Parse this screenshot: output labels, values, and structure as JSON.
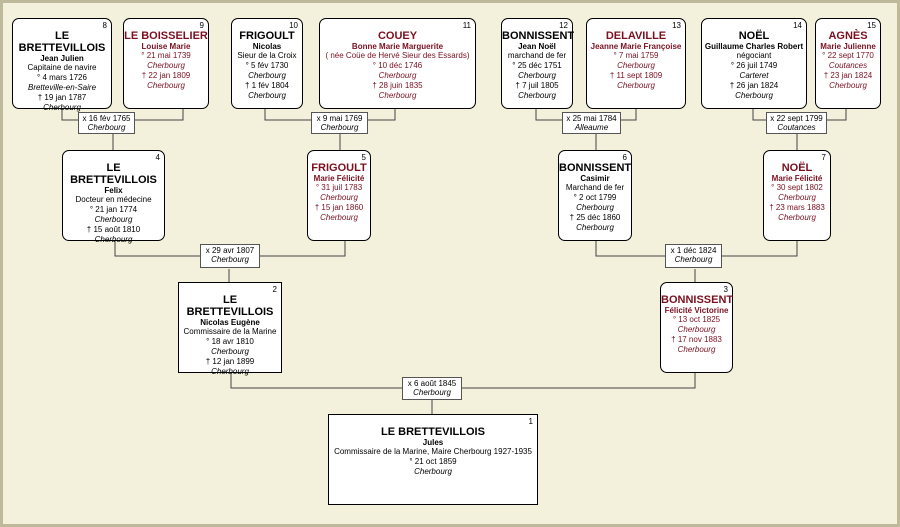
{
  "persons": [
    {
      "num": "1",
      "name": "LE BRETTEVILLOIS",
      "given": "Jules",
      "lines": [
        {
          "t": "Commissaire de la Marine, Maire Cherbourg 1927-1935",
          "i": false
        },
        {
          "t": "° 21 oct 1859",
          "i": false
        },
        {
          "t": "Cherbourg",
          "i": true
        }
      ]
    },
    {
      "num": "2",
      "name": "LE BRETTEVILLOIS",
      "given": "Nicolas Eugène",
      "lines": [
        {
          "t": "Commissaire de la Marine",
          "i": false
        },
        {
          "t": "° 18 avr 1810",
          "i": false
        },
        {
          "t": "Cherbourg",
          "i": true
        },
        {
          "t": "† 12 jan 1899",
          "i": false
        },
        {
          "t": "Cherbourg",
          "i": true
        }
      ]
    },
    {
      "num": "3",
      "name": "BONNISSENT",
      "given": "Félicité Victorine",
      "lines": [
        {
          "t": "° 13 oct 1825",
          "i": false
        },
        {
          "t": "Cherbourg",
          "i": true
        },
        {
          "t": "† 17 nov 1883",
          "i": false
        },
        {
          "t": "Cherbourg",
          "i": true
        }
      ]
    },
    {
      "num": "4",
      "name": "LE BRETTEVILLOIS",
      "given": "Felix",
      "lines": [
        {
          "t": "Docteur en médecine",
          "i": false
        },
        {
          "t": "° 21 jan 1774",
          "i": false
        },
        {
          "t": "Cherbourg",
          "i": true
        },
        {
          "t": "† 15 août 1810",
          "i": false
        },
        {
          "t": "Cherbourg",
          "i": true
        }
      ]
    },
    {
      "num": "5",
      "name": "FRIGOULT",
      "given": "Marie Félicité",
      "lines": [
        {
          "t": "° 31 juil 1783",
          "i": false
        },
        {
          "t": "Cherbourg",
          "i": true
        },
        {
          "t": "† 15 jan 1860",
          "i": false
        },
        {
          "t": "Cherbourg",
          "i": true
        }
      ]
    },
    {
      "num": "6",
      "name": "BONNISSENT",
      "given": "Casimir",
      "lines": [
        {
          "t": "Marchand de fer",
          "i": false
        },
        {
          "t": "° 2 oct 1799",
          "i": false
        },
        {
          "t": "Cherbourg",
          "i": true
        },
        {
          "t": "† 25 déc 1860",
          "i": false
        },
        {
          "t": "Cherbourg",
          "i": true
        }
      ]
    },
    {
      "num": "7",
      "name": "NOËL",
      "given": "Marie Félicité",
      "lines": [
        {
          "t": "° 30 sept 1802",
          "i": false
        },
        {
          "t": "Cherbourg",
          "i": true
        },
        {
          "t": "† 23 mars 1883",
          "i": false
        },
        {
          "t": "Cherbourg",
          "i": true
        }
      ]
    },
    {
      "num": "8",
      "name": "LE BRETTEVILLOIS",
      "given": "Jean Julien",
      "lines": [
        {
          "t": "Capitaine de navire",
          "i": false
        },
        {
          "t": "° 4 mars 1726",
          "i": false
        },
        {
          "t": "Bretteville-en-Saire",
          "i": true
        },
        {
          "t": "† 19 jan 1787",
          "i": false
        },
        {
          "t": "Cherbourg",
          "i": true
        }
      ]
    },
    {
      "num": "9",
      "name": "LE BOISSELIER",
      "given": "Louise Marie",
      "lines": [
        {
          "t": "° 21 mai 1739",
          "i": false
        },
        {
          "t": "Cherbourg",
          "i": true
        },
        {
          "t": "† 22 jan 1809",
          "i": false
        },
        {
          "t": "Cherbourg",
          "i": true
        }
      ]
    },
    {
      "num": "10",
      "name": "FRIGOULT",
      "given": "Nicolas",
      "lines": [
        {
          "t": "Sieur de la Croix",
          "i": false
        },
        {
          "t": "° 5 fév 1730",
          "i": false
        },
        {
          "t": "Cherbourg",
          "i": true
        },
        {
          "t": "† 1 fév 1804",
          "i": false
        },
        {
          "t": "Cherbourg",
          "i": true
        }
      ]
    },
    {
      "num": "11",
      "name": "COUEY",
      "given": "Bonne Marie Marguerite",
      "lines": [
        {
          "t": "( née Coüe de Hervé Sieur des Essards)",
          "i": false
        },
        {
          "t": "° 10 déc 1746",
          "i": false
        },
        {
          "t": "Cherbourg",
          "i": true
        },
        {
          "t": "† 28 juin 1835",
          "i": false
        },
        {
          "t": "Cherbourg",
          "i": true
        }
      ]
    },
    {
      "num": "12",
      "name": "BONNISSENT",
      "given": "Jean Noël",
      "lines": [
        {
          "t": "marchand de fer",
          "i": false
        },
        {
          "t": "° 25 déc 1751",
          "i": false
        },
        {
          "t": "Cherbourg",
          "i": true
        },
        {
          "t": "† 7 juil 1805",
          "i": false
        },
        {
          "t": "Cherbourg",
          "i": true
        }
      ]
    },
    {
      "num": "13",
      "name": "DELAVILLE",
      "given": "Jeanne Marie Françoise",
      "lines": [
        {
          "t": "° 7 mai 1759",
          "i": false
        },
        {
          "t": "Cherbourg",
          "i": true
        },
        {
          "t": "† 11 sept 1809",
          "i": false
        },
        {
          "t": "Cherbourg",
          "i": true
        }
      ]
    },
    {
      "num": "14",
      "name": "NOËL",
      "given": "Guillaume Charles Robert",
      "lines": [
        {
          "t": "négociant",
          "i": false
        },
        {
          "t": "° 26 juil 1749",
          "i": false
        },
        {
          "t": "Carteret",
          "i": true
        },
        {
          "t": "† 26 jan 1824",
          "i": false
        },
        {
          "t": "Cherbourg",
          "i": true
        }
      ]
    },
    {
      "num": "15",
      "name": "AGNÈS",
      "given": "Marie Julienne",
      "lines": [
        {
          "t": "° 22 sept 1770",
          "i": false
        },
        {
          "t": "Coutances",
          "i": true
        },
        {
          "t": "† 23 jan 1824",
          "i": false
        },
        {
          "t": "Cherbourg",
          "i": true
        }
      ]
    }
  ],
  "marriages": [
    {
      "date": "x 6 août 1845",
      "place": "Cherbourg"
    },
    {
      "date": "x 29 avr 1807",
      "place": "Cherbourg"
    },
    {
      "date": "x 1 déc 1824",
      "place": "Cherbourg"
    },
    {
      "date": "x 16 fév 1765",
      "place": "Cherbourg"
    },
    {
      "date": "x 9 mai 1769",
      "place": "Cherbourg"
    },
    {
      "date": "x 25 mai 1784",
      "place": "Alleaume"
    },
    {
      "date": "x 22 sept 1799",
      "place": "Coutances"
    }
  ],
  "colors": {
    "background": "#f3f1dc",
    "frame": "#bdb99a",
    "male_text": "#000000",
    "female_text": "#7a1020",
    "line": "#333333"
  }
}
